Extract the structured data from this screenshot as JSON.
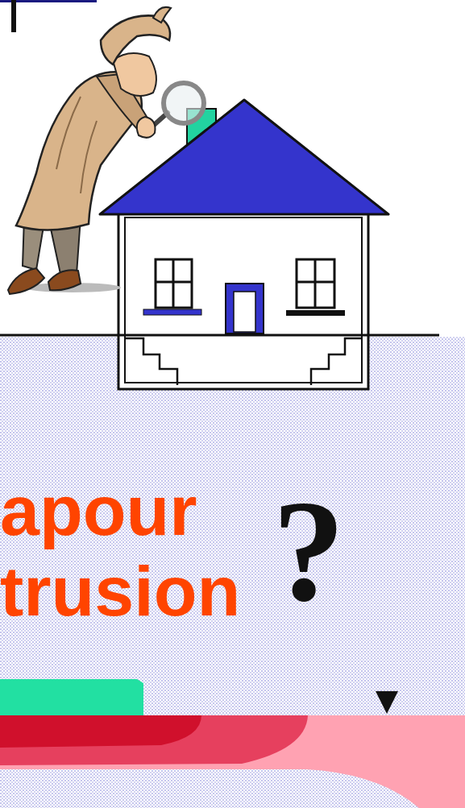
{
  "diagram": {
    "labels": [
      "apour",
      "trusion",
      "?"
    ]
  }
}
